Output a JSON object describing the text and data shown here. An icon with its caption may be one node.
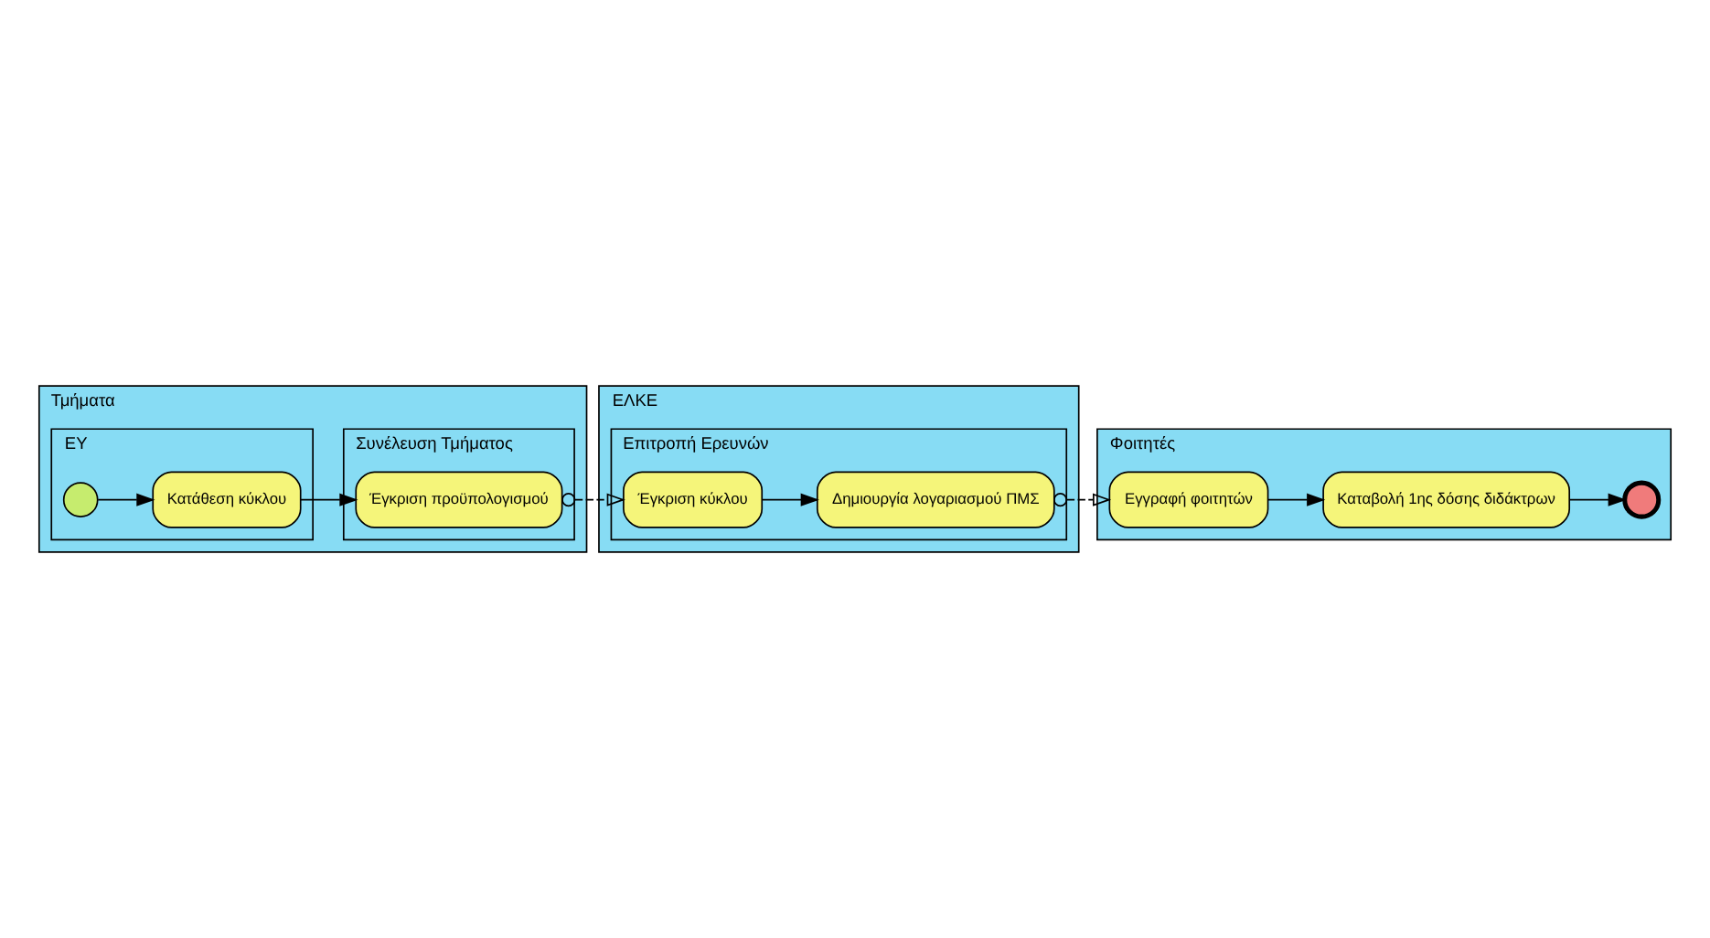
{
  "diagram": {
    "nodes": [
      {
        "text": [
          "Τμήματα"
        ]
      },
      {
        "text": [
          "ΕΥ"
        ],
        "in": 0
      },
      {
        "text": [],
        "shape": "circle",
        "in": 1
      },
      {
        "text": [
          "Κατάθεση κύκλου"
        ],
        "in": 1
      },
      {
        "text": [
          "Συνέλευση Τμήματος"
        ],
        "in": 0
      },
      {
        "text": [
          "Έγκριση προϋπολογισμού"
        ],
        "in": 4
      },
      {
        "text": [
          "ΕΛΚΕ"
        ]
      },
      {
        "text": [
          "Επιτροπή Ερευνών"
        ],
        "in": 6
      },
      {
        "text": [
          "Έγκριση κύκλου"
        ],
        "in": 7
      },
      {
        "text": [
          "Δημιουργία λογαριασμού ΠΜΣ"
        ],
        "in": 7
      },
      {
        "text": [
          "Φοιτητές"
        ]
      },
      {
        "text": [
          "Εγγραφή φοιτητών"
        ],
        "in": 10
      },
      {
        "text": [
          "Καταβολή 1ης δόσης διδάκτρων"
        ],
        "in": 10
      },
      {
        "text": [],
        "shape": "circle",
        "in": 10
      }
    ],
    "edges": [
      {
        "from": 2,
        "to": 3,
        "arrow": "to"
      },
      {
        "from": 3,
        "to": 5,
        "arrow": "to"
      },
      {
        "from": 5,
        "to": 8,
        "arrow": "to",
        "style": "dashed"
      },
      {
        "from": 8,
        "to": 9,
        "arrow": "to"
      },
      {
        "from": 9,
        "to": 11,
        "arrow": "to",
        "style": "dashed"
      },
      {
        "from": 11,
        "to": 12,
        "arrow": "to"
      },
      {
        "from": 12,
        "to": 13,
        "arrow": "to"
      }
    ]
  }
}
